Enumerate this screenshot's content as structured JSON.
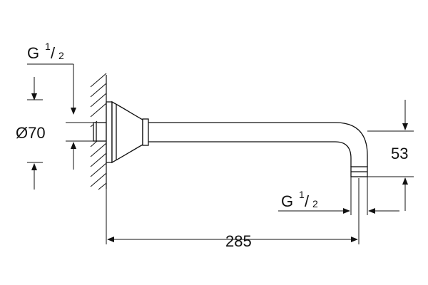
{
  "dimensions": {
    "thread_top": {
      "prefix": "G",
      "numerator": "1",
      "slash": "/",
      "denominator": "2"
    },
    "thread_bottom": {
      "prefix": "G",
      "numerator": "1",
      "slash": "/",
      "denominator": "2"
    },
    "diameter": "Ø70",
    "height": "53",
    "length": "285"
  },
  "colors": {
    "line": "#111111",
    "background": "#ffffff"
  }
}
